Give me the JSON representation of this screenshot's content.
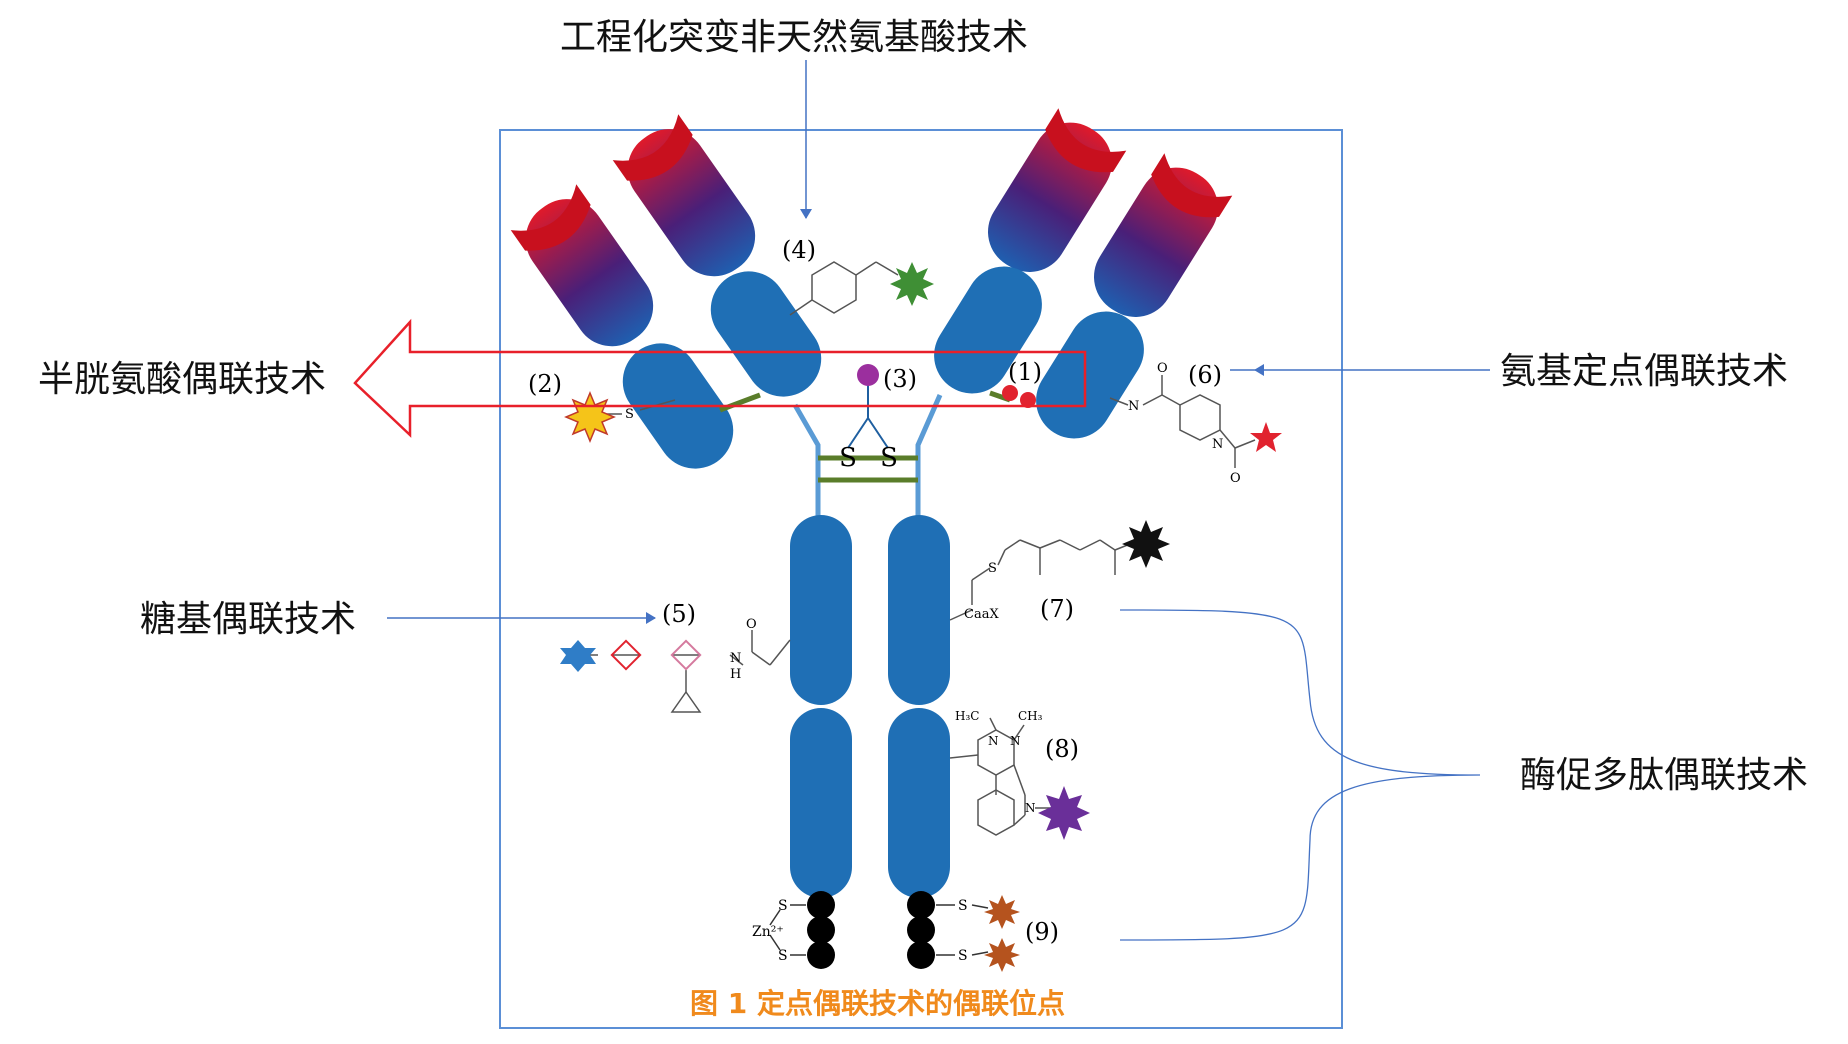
{
  "labels": {
    "top": "工程化突变非天然氨基酸技术",
    "cysteine": "半胱氨酸偶联技术",
    "amino": "氨基定点偶联技术",
    "glyco": "糖基偶联技术",
    "enzyme": "酶促多肽偶联技术"
  },
  "sites": [
    "(1)",
    "(2)",
    "(3)",
    "(4)",
    "(5)",
    "(6)",
    "(7)",
    "(8)",
    "(9)"
  ],
  "chem": {
    "S": "S",
    "N": "N",
    "O": "O",
    "H": "H",
    "caax": "CaaX",
    "h3c": "H₃C",
    "ch3": "CH₃",
    "zn": "Zn²⁺"
  },
  "caption": "图 1  定点偶联技术的偶联位点",
  "colors": {
    "antibody_blue": "#1f6fb5",
    "arrow_blue": "#4472c4",
    "frame_blue": "#5b8fd6",
    "red_outline": "#e8202a",
    "caption_orange": "#f08a1c",
    "linker_green": "#5a7d2a"
  }
}
